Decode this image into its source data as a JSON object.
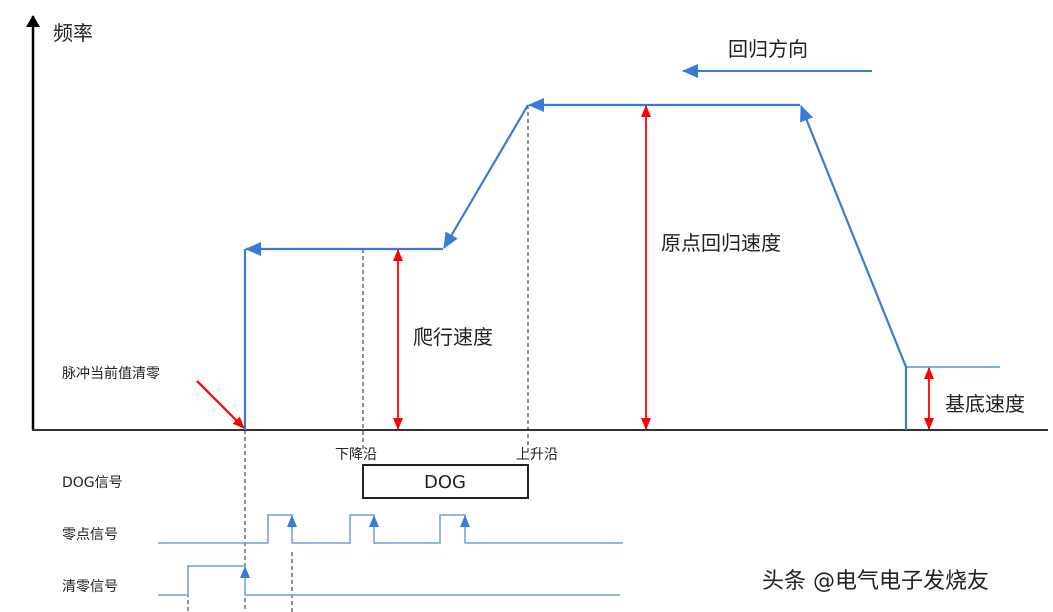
{
  "axis": {
    "y_label": "频率"
  },
  "labels": {
    "return_direction": "回归方向",
    "creep_speed": "爬行速度",
    "return_speed": "原点回归速度",
    "base_speed": "基底速度",
    "pulse_clear": "脉冲当前值清零",
    "falling_edge": "下降沿",
    "rising_edge": "上升沿"
  },
  "signals": {
    "dog": "DOG信号",
    "dog_box": "DOG",
    "zero": "零点信号",
    "clear": "清零信号"
  },
  "watermark": "头条 @电气电子发烧友",
  "colors": {
    "blue": "#3a7bd5",
    "red": "#ff0000",
    "black": "#000000"
  }
}
